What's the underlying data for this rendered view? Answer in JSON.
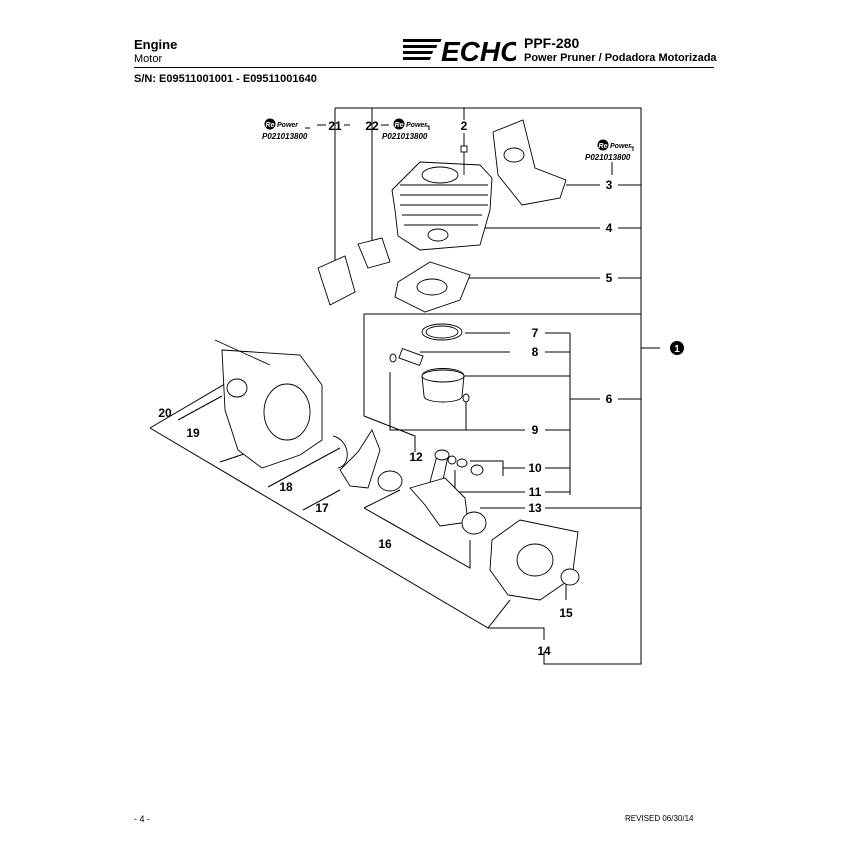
{
  "header": {
    "title": "Engine",
    "subtitle": "Motor",
    "brand": "ECHO",
    "model": "PPF-280",
    "model_desc": "Power Pruner / Podadora Motorizada",
    "serial": "S/N: E09511001001 - E09511001640"
  },
  "diagram": {
    "callouts": [
      "21",
      "22",
      "2",
      "3",
      "4",
      "5",
      "7",
      "8",
      "6",
      "9",
      "12",
      "10",
      "11",
      "13",
      "20",
      "19",
      "18",
      "17",
      "16",
      "15",
      "14"
    ],
    "group_marker": "1",
    "repower_text": "Power",
    "repower_prefix": "Re",
    "part_number": "P021013800"
  },
  "footer": {
    "page": "- 4 -",
    "revised": "REVISED 06/30/14"
  },
  "colors": {
    "ink": "#000000",
    "brand": "#000000",
    "paper": "#ffffff"
  }
}
